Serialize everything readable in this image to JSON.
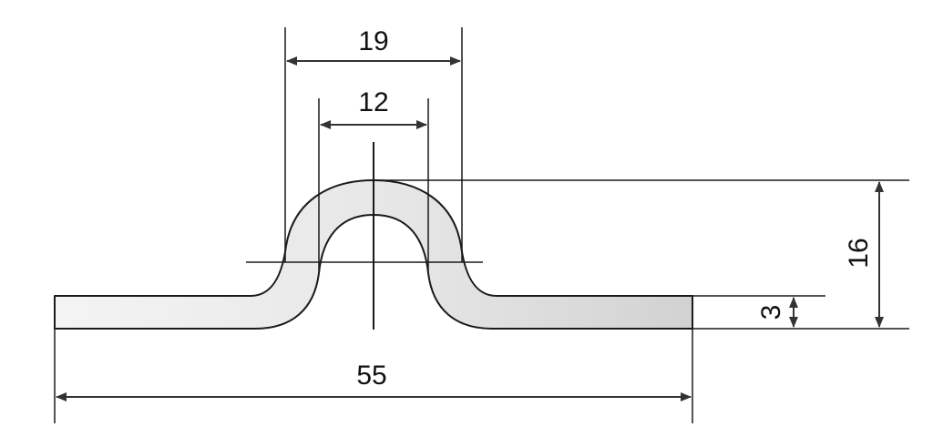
{
  "diagram": {
    "dimensions": {
      "outer_width": "19",
      "inner_width": "12",
      "total_height": "16",
      "thickness": "3",
      "total_length": "55"
    },
    "colors": {
      "line": "#1a1a1a",
      "fill_light": "#f4f4f4",
      "fill_dark": "#d2d2d2"
    }
  }
}
